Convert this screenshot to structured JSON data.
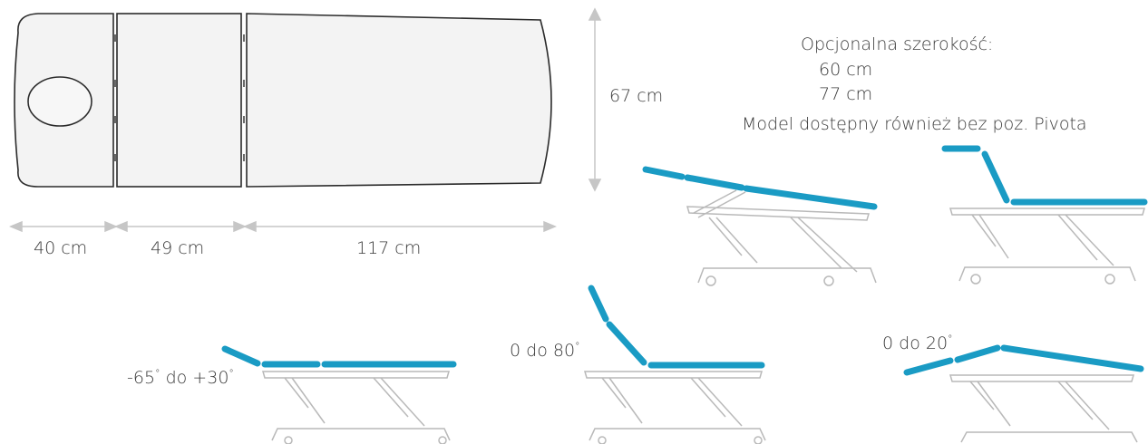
{
  "colors": {
    "accent": "#1a9bc4",
    "outline": "#2b2b2b",
    "frame": "#b9b9b9",
    "panel_fill": "#f3f3f3",
    "dimension": "#c6c6c6",
    "text": "#3a3a3a"
  },
  "top_view": {
    "section_widths": [
      "40 cm",
      "49 cm",
      "117 cm"
    ],
    "height_label": "67 cm"
  },
  "info": {
    "title": "Opcjonalna szerokość:",
    "width_option_1": "60 cm",
    "width_option_2": "77 cm",
    "note": "Model dostępny również bez poz. Pivota"
  },
  "positions": {
    "head_tilt_range": "-65",
    "head_tilt_to": " do +30",
    "backrest_range": "0 do 80",
    "leg_range": "0 do 20",
    "degree_sign": "°"
  }
}
